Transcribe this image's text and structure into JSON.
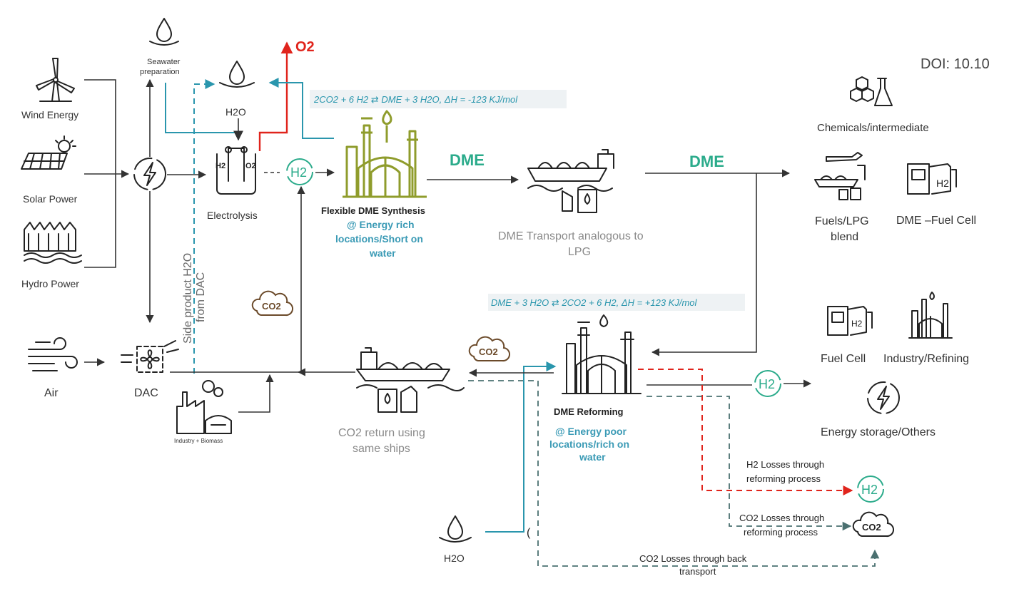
{
  "doi": "DOI: 10.10",
  "sources": {
    "wind": "Wind Energy",
    "solar": "Solar Power",
    "hydro": "Hydro Power",
    "seawater_1": "Seawater",
    "seawater_2": "preparation",
    "air": "Air",
    "dac": "DAC",
    "industry_biomass": "Industry + Biomass"
  },
  "electrolysis": {
    "label": "Electrolysis",
    "water": "H2O",
    "h2_cell": "H2",
    "o2_cell": "O2",
    "h2": "H2",
    "o2": "O2"
  },
  "side_product": {
    "line1": "Side product H2O",
    "line2": "from DAC"
  },
  "synthesis": {
    "equation": "2CO2 + 6 H2 ⇄ DME + 3 H2O, ΔH = -123 KJ/mol",
    "title": "Flexible  DME Synthesis",
    "sub1": "@ Energy  rich",
    "sub2": "locations/Short  on",
    "sub3": "water"
  },
  "transport": {
    "dme_1": "DME",
    "dme_2": "DME",
    "caption1": "DME Transport analogous to",
    "caption2": "LPG"
  },
  "co2_return": {
    "co2_1": "CO2",
    "co2_2": "CO2",
    "caption1": "CO2 return using",
    "caption2": "same ships"
  },
  "reforming": {
    "equation": "DME + 3 H2O ⇄ 2CO2 + 6 H2, ΔH = +123 KJ/mol",
    "title": "DME Reforming",
    "sub1": "@ Energy poor",
    "sub2": "locations/rich on",
    "sub3": "water",
    "h2": "H2",
    "water": "H2O"
  },
  "uses": {
    "chemicals": "Chemicals/intermediate",
    "fuels_1": "Fuels/LPG",
    "fuels_2": "blend",
    "dme_fuel_cell": "DME –Fuel Cell",
    "fuel_cell": "Fuel Cell",
    "industry_refining": "Industry/Refining",
    "energy_storage": "Energy storage/Others"
  },
  "losses": {
    "h2_1": "H2 Losses through",
    "h2_2": "reforming process",
    "co2_reform_1": "CO2 Losses through",
    "co2_reform_2": "reforming process",
    "co2_transport_1": "CO2 Losses through  back",
    "co2_transport_2": "transport",
    "h2_icon": "H2",
    "co2_icon": "CO2"
  },
  "icons": [
    "wind-turbine-icon",
    "solar-panel-icon",
    "hydro-dam-icon",
    "lightning-icon",
    "water-drop-icon",
    "electrolyzer-icon",
    "h2-cycle-icon",
    "co2-cloud-icon",
    "refinery-icon",
    "ship-icon",
    "chemicals-icon",
    "fuel-cell-icon",
    "factory-icon",
    "air-wind-icon",
    "fan-icon"
  ],
  "colors": {
    "teal": "#2a96ad",
    "green": "#2bab8b",
    "olive": "#8f9c2c",
    "red": "#e0241c",
    "brown": "#6b4a2a"
  }
}
